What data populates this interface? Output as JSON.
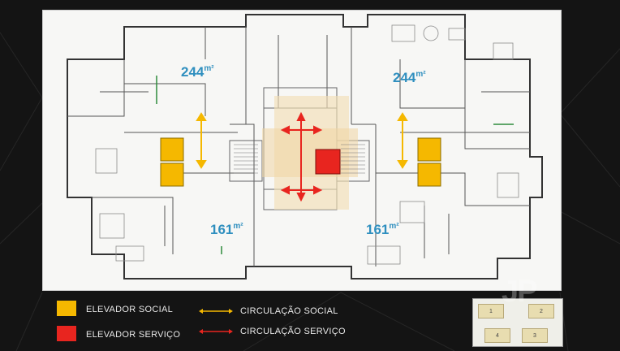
{
  "plan": {
    "units": [
      {
        "area": "244",
        "unit": "m²"
      },
      {
        "area": "244",
        "unit": "m²"
      },
      {
        "area": "161",
        "unit": "m²"
      },
      {
        "area": "161",
        "unit": "m²"
      }
    ]
  },
  "legend": {
    "social_elevator": "ELEVADOR SOCIAL",
    "service_elevator": "ELEVADOR SERVIÇO",
    "social_circulation": "CIRCULAÇÃO SOCIAL",
    "service_circulation": "CIRCULAÇÃO SERVIÇO"
  },
  "keyplan": {
    "cells": [
      "1",
      "2",
      "4",
      "3"
    ]
  },
  "watermark": "JP",
  "colors": {
    "social": "#f5b800",
    "service": "#e8251f",
    "area_text": "#2f8fbf",
    "background": "#141414"
  }
}
